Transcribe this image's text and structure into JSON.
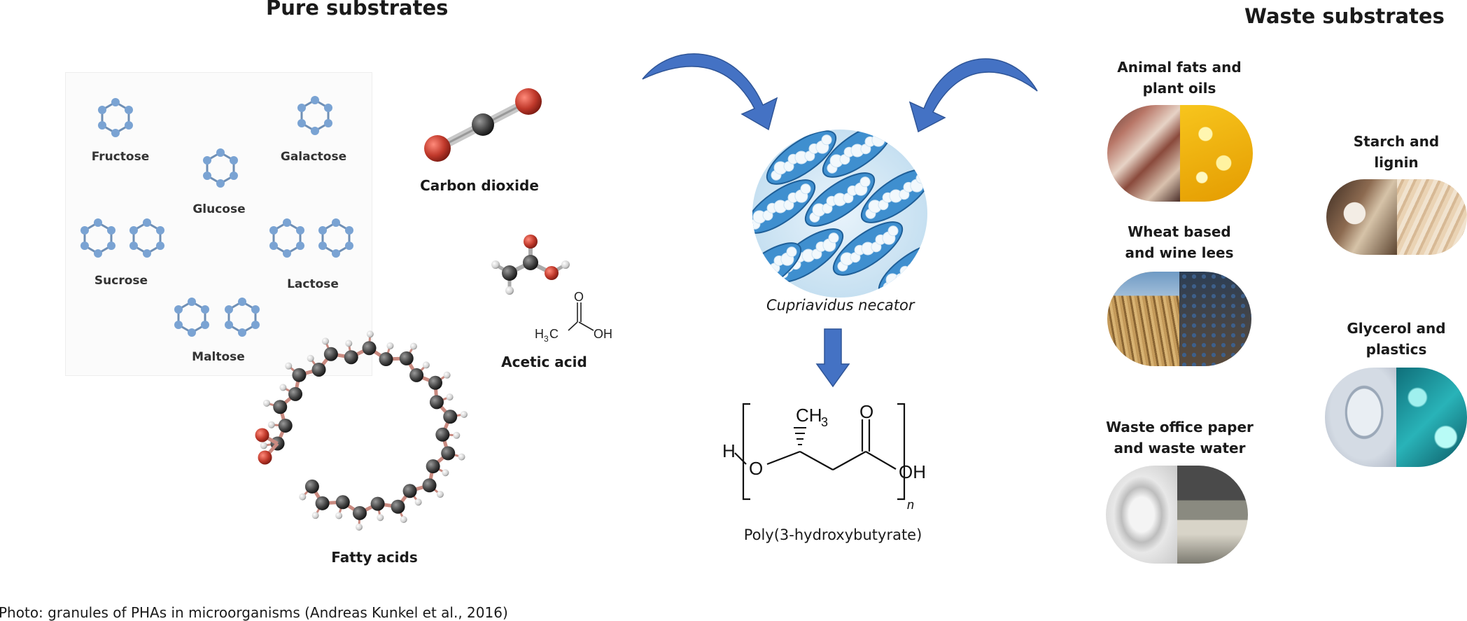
{
  "headings": {
    "pure": "Pure substrates",
    "waste": "Waste substrates"
  },
  "sugars": {
    "fructose": "Fructose",
    "galactose": "Galactose",
    "glucose": "Glucose",
    "sucrose": "Sucrose",
    "lactose": "Lactose",
    "maltose": "Maltose"
  },
  "molecules": {
    "co2": "Carbon dioxide",
    "acetic": "Acetic acid",
    "fatty": "Fatty acids"
  },
  "acetic_formula": {
    "o": "O",
    "h": "H",
    "three": "3",
    "c": "C",
    "oh": "OH"
  },
  "center": {
    "organism": "Cupriavidus necator",
    "product": "Poly(3-hydroxybutyrate)"
  },
  "phb_formula": {
    "h": "H",
    "o_ring": "O",
    "ch": "CH",
    "three": "3",
    "o_carbonyl": "O",
    "oh": "OH",
    "n": "n"
  },
  "waste": {
    "fats_line1": "Animal fats and",
    "fats_line2": "plant oils",
    "starch_line1": "Starch and",
    "starch_line2": "lignin",
    "wheat_line1": "Wheat based",
    "wheat_line2": "and wine lees",
    "glycerol_line1": "Glycerol and",
    "glycerol_line2": "plastics",
    "paper_line1": "Waste office paper",
    "paper_line2": "and waste water"
  },
  "caption": "Photo: granules of PHAs in microorganisms (Andreas Kunkel et al., 2016)",
  "colors": {
    "arrow_blue": "#4472c4",
    "atom_red": "#c0392b",
    "atom_dark": "#444444",
    "ring_blue": "#7aa3d3",
    "cell_blue": "#3f8fcf"
  }
}
